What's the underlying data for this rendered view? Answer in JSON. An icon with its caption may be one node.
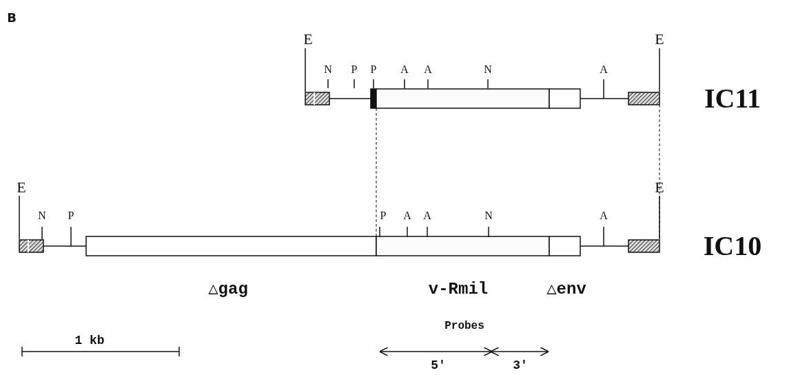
{
  "diagram": {
    "labels": [
      "B",
      "E",
      "E",
      "N",
      "P",
      "P",
      "A",
      "A",
      "N",
      "A",
      "IC11",
      "E",
      "E",
      "N",
      "P",
      "P",
      "A",
      "A",
      "N",
      "A",
      "IC10",
      "△gag",
      "v-Rmil",
      "△env",
      "Probes",
      "1 kb",
      "5′",
      "3′"
    ]
  }
}
